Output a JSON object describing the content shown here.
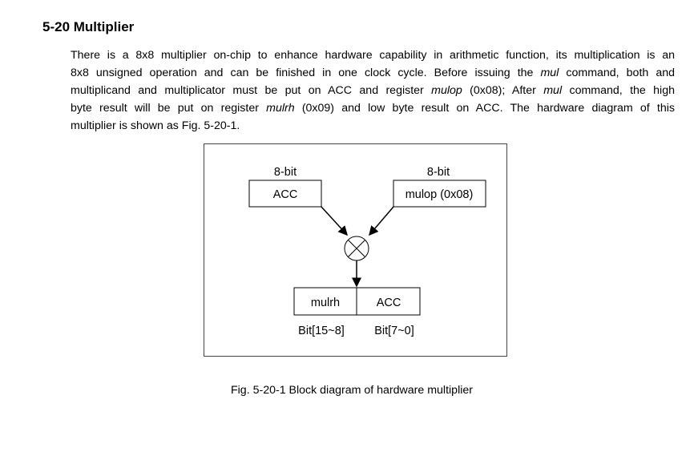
{
  "heading": "5-20 Multiplier",
  "paragraph": {
    "l1": "There is a 8x8 multiplier on-chip to enhance hardware capability in arithmetic function, its multiplication is an",
    "l2": "8x8 unsigned operation and can be finished in one clock cycle. Before issuing the ",
    "l2_i": "mul",
    "l2_b": " command, both and",
    "l3": "multiplicand and multiplicator must be put on ACC and register ",
    "l3_i": "mulop",
    "l3_b": " (0x08); After ",
    "l3_i2": "mul",
    "l3_c": " command, the high",
    "l4": "byte result will be put on register ",
    "l4_i": "mulrh",
    "l4_b": " (0x09) and low byte result on ACC. The hardware diagram of this",
    "l5": "multiplier is shown as Fig. 5-20-1."
  },
  "diagram": {
    "acc_width_label": "8-bit",
    "acc_label": "ACC",
    "mulop_width_label": "8-bit",
    "mulop_label": "mulop (0x08)",
    "result_high_label": "mulrh",
    "result_low_label": "ACC",
    "result_high_bits": "Bit[15~8]",
    "result_low_bits": "Bit[7~0]"
  },
  "caption": "Fig. 5-20-1 Block diagram of hardware multiplier"
}
